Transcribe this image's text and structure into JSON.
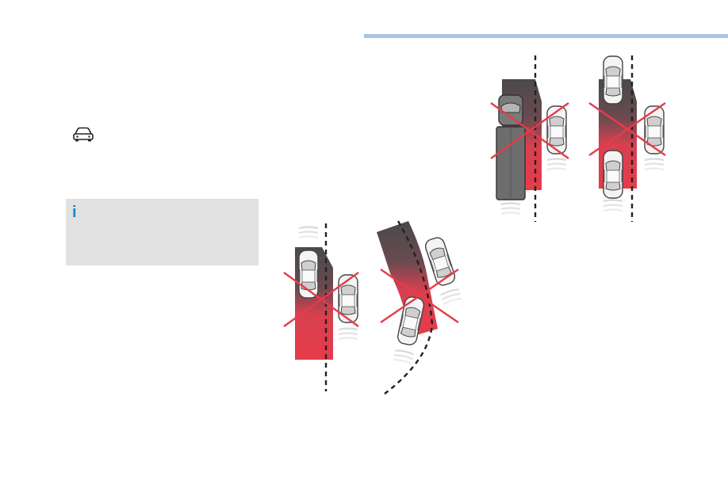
{
  "header": {
    "accent_color": "#a9c4e6"
  },
  "sidebar": {
    "icon": "car-outline-icon",
    "info_box": {
      "icon": "info-icon",
      "glyph": "i",
      "text": ""
    }
  },
  "figures": [
    {
      "name": "blind-spot-straight-lane",
      "zone_colors": [
        "#e63b4a",
        "#555555"
      ],
      "marker": "cross"
    },
    {
      "name": "blind-spot-curved-lane",
      "zone_colors": [
        "#e63b4a",
        "#555555"
      ],
      "marker": "cross"
    },
    {
      "name": "blind-spot-truck-overtaking",
      "zone_colors": [
        "#e63b4a",
        "#555555"
      ],
      "marker": "cross"
    },
    {
      "name": "blind-spot-car-overtaking",
      "zone_colors": [
        "#e63b4a",
        "#555555"
      ],
      "marker": "cross"
    }
  ]
}
